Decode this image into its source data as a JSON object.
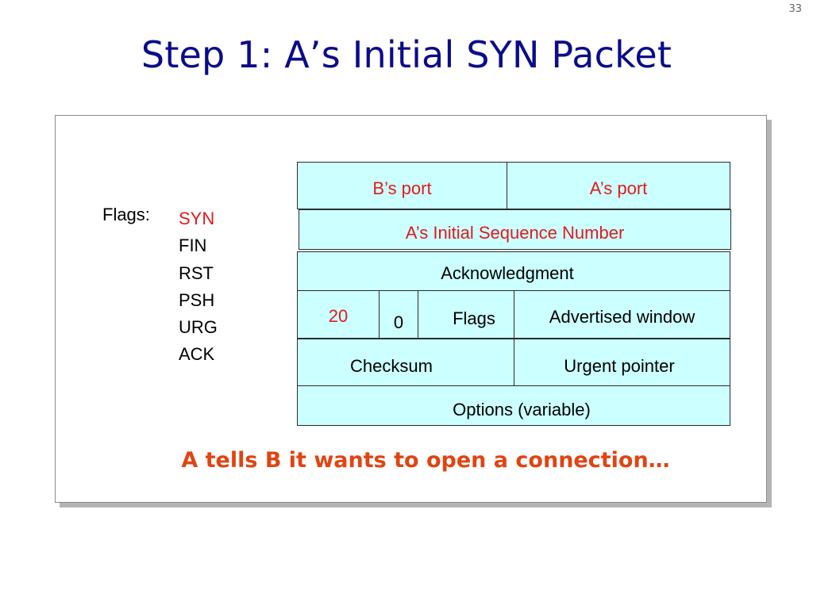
{
  "slide_number": "33",
  "title": "Step 1: A’s Initial SYN Packet",
  "flags": {
    "label": "Flags:",
    "items": [
      "SYN",
      "FIN",
      "RST",
      "PSH",
      "URG",
      "ACK"
    ]
  },
  "header": {
    "src_port": "B’s port",
    "dst_port": "A’s port",
    "seq": "A’s Initial Sequence Number",
    "ack": "Acknowledgment",
    "hdr_len": "20",
    "reserved": "0",
    "flags": "Flags",
    "window": "Advertised window",
    "checksum": "Checksum",
    "urgent": "Urgent pointer",
    "options": "Options (variable)"
  },
  "caption": "A tells B it wants to open a connection…",
  "colors": {
    "title": "#0b0b8a",
    "highlight": "#e01b1b",
    "caption": "#e04412",
    "cell_fill": "#ccffff"
  }
}
